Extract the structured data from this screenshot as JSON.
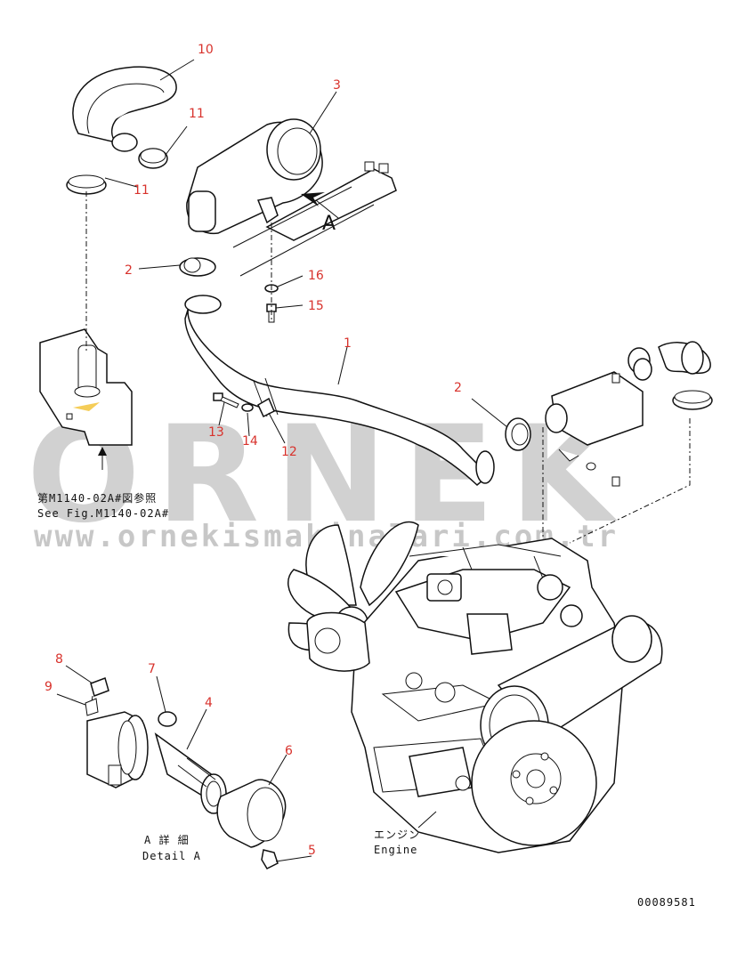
{
  "callouts": {
    "c1": "1",
    "c2a": "2",
    "c2b": "2",
    "c3": "3",
    "c4": "4",
    "c5": "5",
    "c6": "6",
    "c7": "7",
    "c8": "8",
    "c9": "9",
    "c10": "10",
    "c11a": "11",
    "c11b": "11",
    "c12": "12",
    "c13": "13",
    "c14": "14",
    "c15": "15",
    "c16": "16"
  },
  "view_marker": "A",
  "reference": {
    "jp": "第M1140-02A#図参照",
    "en": "See Fig.M1140-02A#"
  },
  "detail": {
    "jp": "A 詳 細",
    "en": "Detail A"
  },
  "engine": {
    "jp": "エンジン",
    "en": "Engine"
  },
  "drawing_number": "00089581",
  "watermark": {
    "brand": "ORNEK",
    "url": "www.ornekismakinalari.com.tr"
  }
}
